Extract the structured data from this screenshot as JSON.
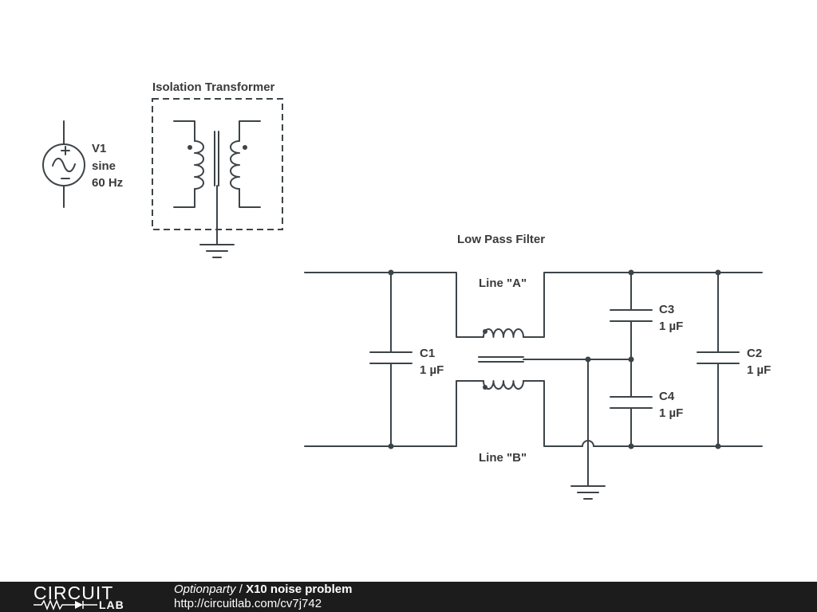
{
  "source": {
    "label": "V1",
    "type": "sine",
    "frequency": "60 Hz"
  },
  "transformer": {
    "title": "Isolation Transformer"
  },
  "filter": {
    "title": "Low Pass Filter",
    "line_a": "Line \"A\"",
    "line_b": "Line \"B\""
  },
  "capacitors": [
    {
      "name": "C1",
      "value": "1 µF"
    },
    {
      "name": "C2",
      "value": "1 µF"
    },
    {
      "name": "C3",
      "value": "1 µF"
    },
    {
      "name": "C4",
      "value": "1 µF"
    }
  ],
  "footer": {
    "logo_top": "CIRCUIT",
    "logo_bottom": "LAB",
    "author": "Optionparty",
    "separator": " / ",
    "title": "X10 noise problem",
    "url": "http://circuitlab.com/cv7j742"
  },
  "colors": {
    "wire": "#3d4448",
    "text": "#3a3a3a",
    "footer_bg": "#1c1c1c"
  }
}
